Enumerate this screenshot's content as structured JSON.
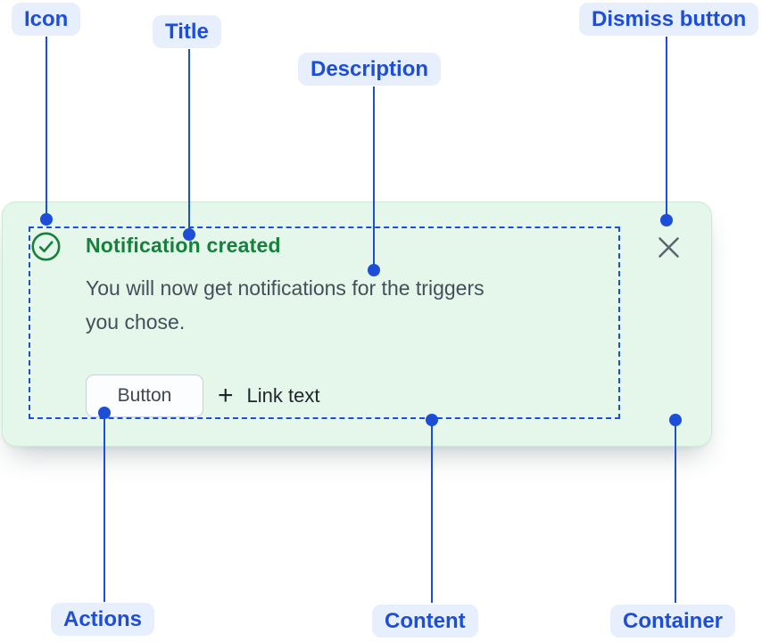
{
  "annotations": {
    "icon": "Icon",
    "title": "Title",
    "description": "Description",
    "dismiss": "Dismiss button",
    "actions": "Actions",
    "content": "Content",
    "container": "Container"
  },
  "flag": {
    "title": "Notification created",
    "description": "You will now get notifications for the triggers you chose.",
    "description_lines": [
      "You will now get notifications for the triggers",
      "you chose."
    ],
    "actions": {
      "button_label": "Button",
      "link_prefix": "+",
      "link_label": "Link text"
    },
    "icons": {
      "status": "success-check-circle-icon",
      "dismiss": "close-icon"
    }
  },
  "colors": {
    "annotation_blue": "#1D4ED8",
    "annotation_pill_bg": "#E8EFFC",
    "success_green": "#17803D",
    "card_bg": "#E5F6EB",
    "card_border": "#CBE9D6",
    "description_text": "#454F59",
    "action_text": "#1F252D",
    "dismiss_icon": "#5B6470"
  }
}
